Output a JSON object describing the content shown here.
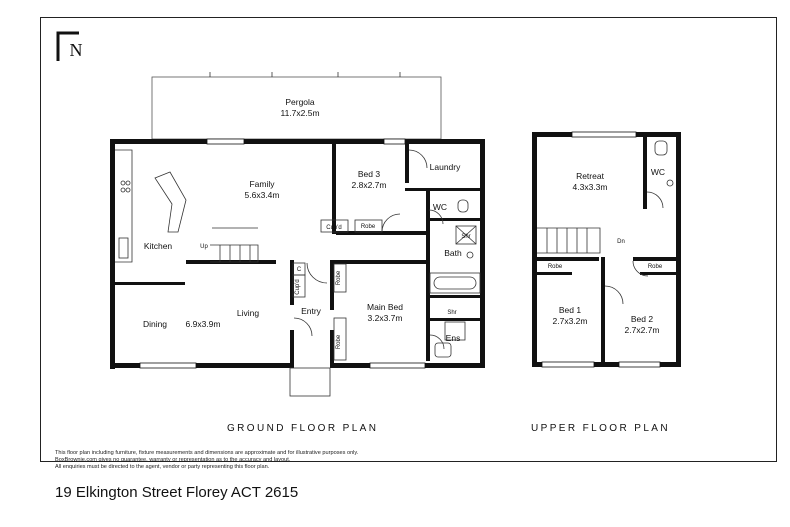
{
  "ground_floor": {
    "title": "GROUND FLOOR PLAN",
    "rooms": {
      "pergola": {
        "name": "Pergola",
        "size": "11.7x2.5m"
      },
      "family": {
        "name": "Family",
        "size": "5.6x3.4m"
      },
      "bed3": {
        "name": "Bed 3",
        "size": "2.8x2.7m"
      },
      "laundry": {
        "name": "Laundry"
      },
      "wc": {
        "name": "WC"
      },
      "shr1": {
        "name": "Shr"
      },
      "bath": {
        "name": "Bath"
      },
      "kitchen": {
        "name": "Kitchen"
      },
      "up": {
        "name": "Up"
      },
      "cupd1": {
        "name": "Cup'd"
      },
      "robe1": {
        "name": "Robe"
      },
      "c": {
        "name": "C"
      },
      "cupd2": {
        "name": "Cup'd"
      },
      "robe2": {
        "name": "Robe"
      },
      "main_bed": {
        "name": "Main Bed",
        "size": "3.2x3.7m"
      },
      "dining": {
        "name": "Dining"
      },
      "living": {
        "name": "Living",
        "size": "6.9x3.9m"
      },
      "entry": {
        "name": "Entry"
      },
      "shr2": {
        "name": "Shr"
      },
      "ens": {
        "name": "Ens"
      },
      "robe3": {
        "name": "Robe"
      }
    }
  },
  "upper_floor": {
    "title": "UPPER FLOOR PLAN",
    "rooms": {
      "retreat": {
        "name": "Retreat",
        "size": "4.3x3.3m"
      },
      "wc": {
        "name": "WC"
      },
      "dn": {
        "name": "Dn"
      },
      "robe1": {
        "name": "Robe"
      },
      "robe2": {
        "name": "Robe"
      },
      "bed1": {
        "name": "Bed 1",
        "size": "2.7x3.2m"
      },
      "bed2": {
        "name": "Bed 2",
        "size": "2.7x2.7m"
      }
    }
  },
  "disclaimer": [
    "This floor plan including furniture, fixture measurements and dimensions are approximate and for illustrative purposes only.",
    "BoxBrownie.com gives no guarantee, warranty or representation as to the accuracy and layout.",
    "All enquiries must be directed to the agent, vendor or party representing this floor plan."
  ],
  "address": "19 Elkington Street Florey ACT 2615",
  "compass_letter": "N"
}
